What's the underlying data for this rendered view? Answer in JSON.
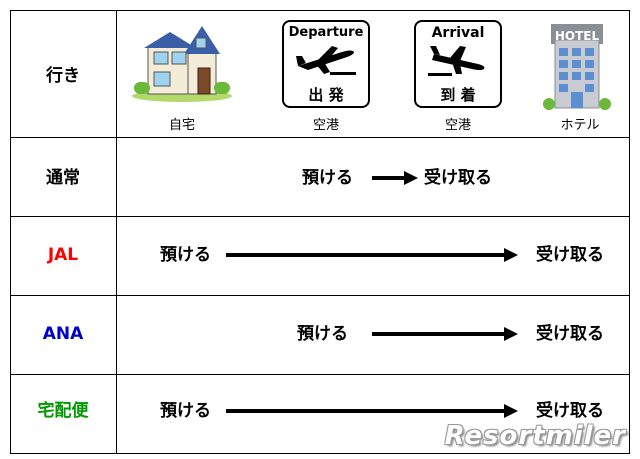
{
  "header": {
    "label": "行き",
    "columns": [
      {
        "icon": "house-icon",
        "caption": "自宅"
      },
      {
        "icon": "departure-sign-icon",
        "caption": "空港",
        "sign_en": "Departure",
        "sign_jp": "出 発"
      },
      {
        "icon": "arrival-sign-icon",
        "caption": "空港",
        "sign_en": "Arrival",
        "sign_jp": "到 着"
      },
      {
        "icon": "hotel-icon",
        "caption": "ホテル",
        "sign_en": "HOTEL"
      }
    ]
  },
  "rows": [
    {
      "label": "通常",
      "color": "#000000",
      "from": "預ける",
      "to": "受け取る"
    },
    {
      "label": "JAL",
      "color": "#ff0000",
      "from": "預ける",
      "to": "受け取る"
    },
    {
      "label": "ANA",
      "color": "#0000cc",
      "from": "預ける",
      "to": "受け取る"
    },
    {
      "label": "宅配便",
      "color": "#009900",
      "from": "預ける",
      "to": "受け取る"
    }
  ],
  "watermark": "Resortmiler"
}
